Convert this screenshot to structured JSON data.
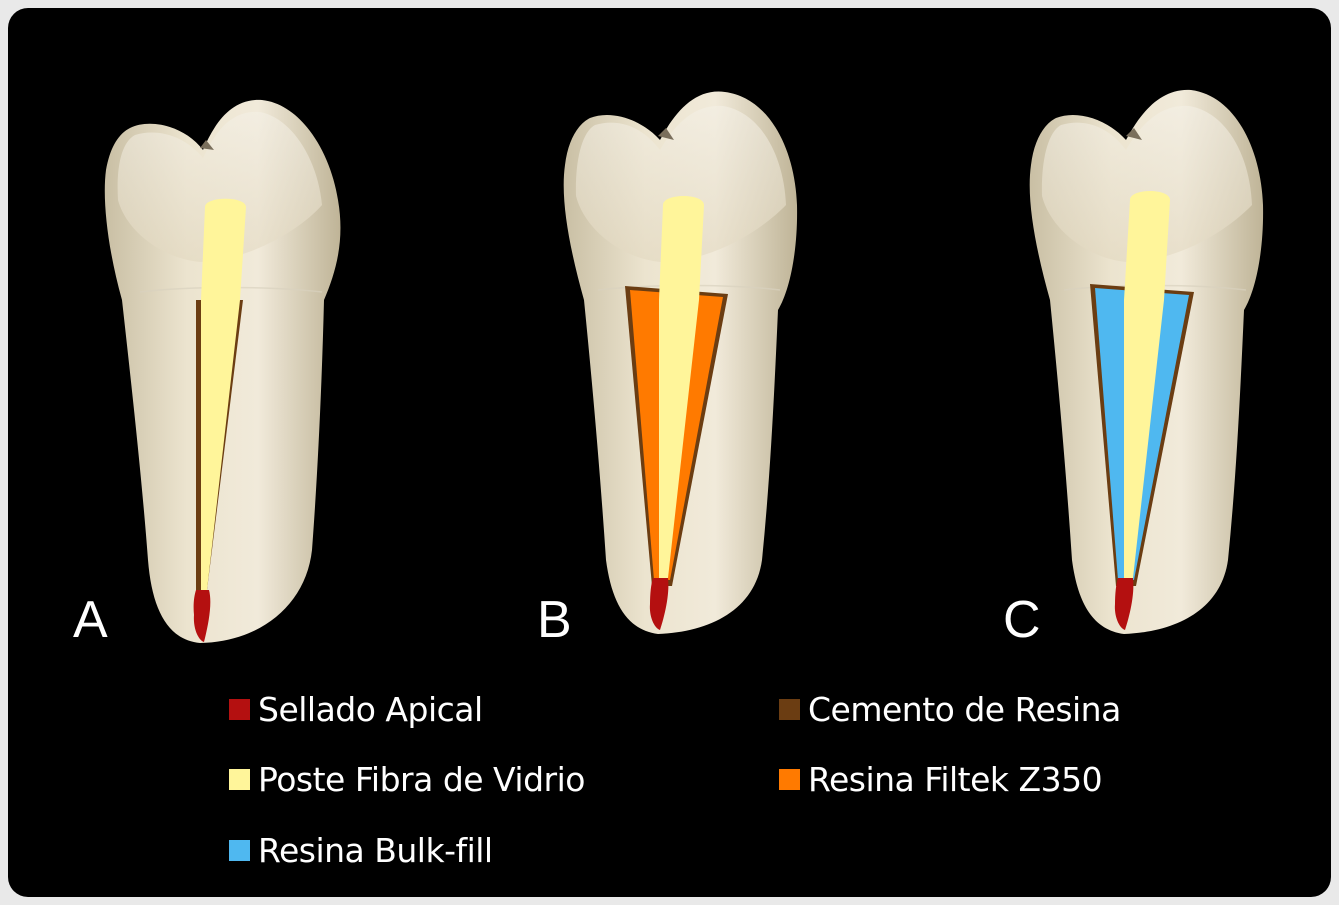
{
  "specimens": [
    {
      "letter": "A",
      "fill_material": "none"
    },
    {
      "letter": "B",
      "fill_material": "Resina Filtek Z350"
    },
    {
      "letter": "C",
      "fill_material": "Resina Bulk-fill"
    }
  ],
  "legend": {
    "items": [
      {
        "label": "Sellado Apical",
        "color": "#b41010"
      },
      {
        "label": "Cemento de Resina",
        "color": "#6b3d12"
      },
      {
        "label": "Poste Fibra de Vidrio",
        "color": "#fff59a"
      },
      {
        "label": "Resina Filtek Z350",
        "color": "#ff7a00"
      },
      {
        "label": "Resina Bulk-fill",
        "color": "#4fb8f0"
      }
    ]
  },
  "colors": {
    "background": "#000000",
    "tooth": "#e6dcc4",
    "post": "#fff59a",
    "apical_seal": "#b41010",
    "resin_cement": "#6b3d12",
    "filtek": "#ff7a00",
    "bulkfill": "#4fb8f0"
  }
}
